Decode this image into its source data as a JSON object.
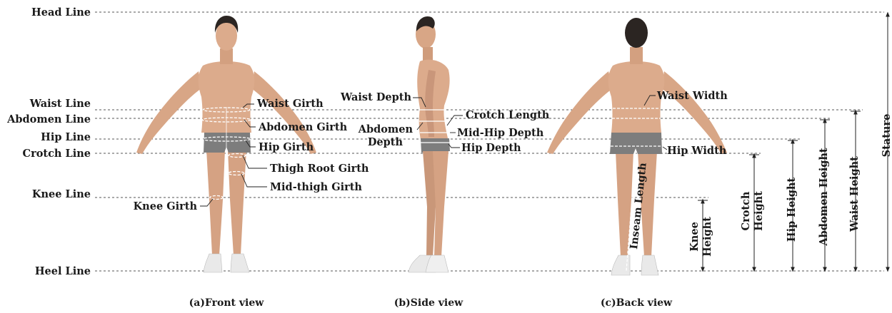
{
  "reference_lines": {
    "head": "Head Line",
    "waist": "Waist Line",
    "abdomen": "Abdomen Line",
    "hip": "Hip Line",
    "crotch": "Crotch Line",
    "knee": "Knee Line",
    "heel": "Heel Line"
  },
  "front_view": {
    "caption": "(a)Front view",
    "labels": {
      "waist_girth": "Waist Girth",
      "abdomen_girth": "Abdomen Girth",
      "hip_girth": "Hip Girth",
      "thigh_root_girth": "Thigh Root Girth",
      "mid_thigh_girth": "Mid-thigh Girth",
      "knee_girth": "Knee Girth"
    }
  },
  "side_view": {
    "caption": "(b)Side view",
    "labels": {
      "waist_depth": "Waist Depth",
      "crotch_length": "Crotch Length",
      "abdomen_depth_1": "Abdomen",
      "abdomen_depth_2": "Depth",
      "mid_hip_depth": "Mid-Hip Depth",
      "hip_depth": "Hip Depth"
    }
  },
  "back_view": {
    "caption": "(c)Back view",
    "labels": {
      "waist_width": "Waist Width",
      "hip_width": "Hip Width",
      "inseam_length": "Inseam Length"
    }
  },
  "heights": {
    "knee_1": "Knee",
    "knee_2": "Height",
    "crotch_1": "Crotch",
    "crotch_2": "Height",
    "hip": "Hip Height",
    "abdomen": "Abdomen Height",
    "waist": "Waist Height",
    "stature": "Stature"
  },
  "colors": {
    "skin": "#d9a98a",
    "skin_shade": "#c48f70",
    "hair": "#2b2522",
    "shorts": "#7d7d7d",
    "shoe": "#e9e9e9",
    "line": "#444444",
    "measure": "#ffffff"
  }
}
